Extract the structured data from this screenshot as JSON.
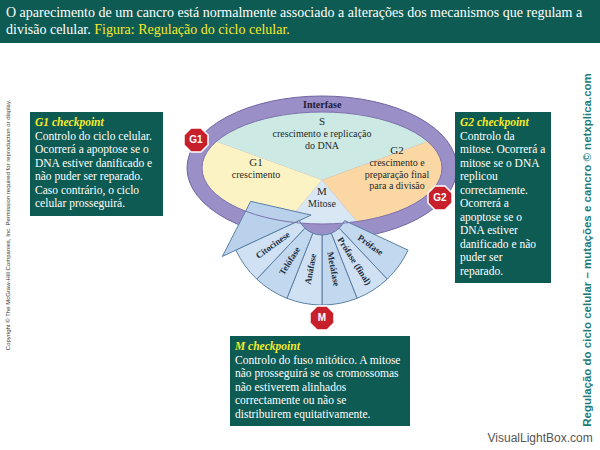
{
  "diagram": {
    "title": "O aparecimento de um cancro está normalmente associado a alterações dos mecanismos que regulam a divisão celular.",
    "caption": "Figura: Regulação do ciclo celular.",
    "nodes": [
      {
        "text": [
          "G1 checkpoint",
          "Controlo do ciclo celular. Ocorrerá a apoptose se o DNA estiver danificado e não puder ser reparado. Caso contrário, o ciclo celular prosseguirá."
        ]
      },
      {
        "text": [
          "G1"
        ]
      },
      {
        "text": [
          "S",
          "crescimento e replicação do DNA"
        ]
      },
      {
        "text": [
          "G1",
          "crescimento"
        ]
      },
      {
        "text": [
          "G2",
          "crescimento e preparação final para a divisão"
        ]
      },
      {
        "text": [
          "M",
          "Mitose"
        ]
      },
      {
        "text": [
          "G2"
        ]
      },
      {
        "text": [
          "G2 checkpoint",
          "Controlo da mitose. Ocorrerá a mitose se o DNA replicou correctamente. Ocorrerá a apoptose se o DNA estiver danificado e não puder ser reparado."
        ]
      },
      {
        "text": [
          "M"
        ]
      },
      {
        "text": [
          "M checkpoint",
          "Controlo do fuso mitótico. A mitose não prosseguirá se os cromossomas não estiverem alinhados correctamente ou não se distribuirem equitativamente."
        ]
      }
    ],
    "labels": [
      "Interfase",
      "Citocinese",
      "Telófase",
      "Anáfase",
      "Metáfase",
      "Prófase (final)",
      "Prófase",
      "Copyright © The McGraw-Hill Companies, Inc. Permission required for reproduction or display.",
      "Regulação do ciclo celular – mutações e cancro © netxplica.com",
      "VisualLightBox.com"
    ]
  }
}
